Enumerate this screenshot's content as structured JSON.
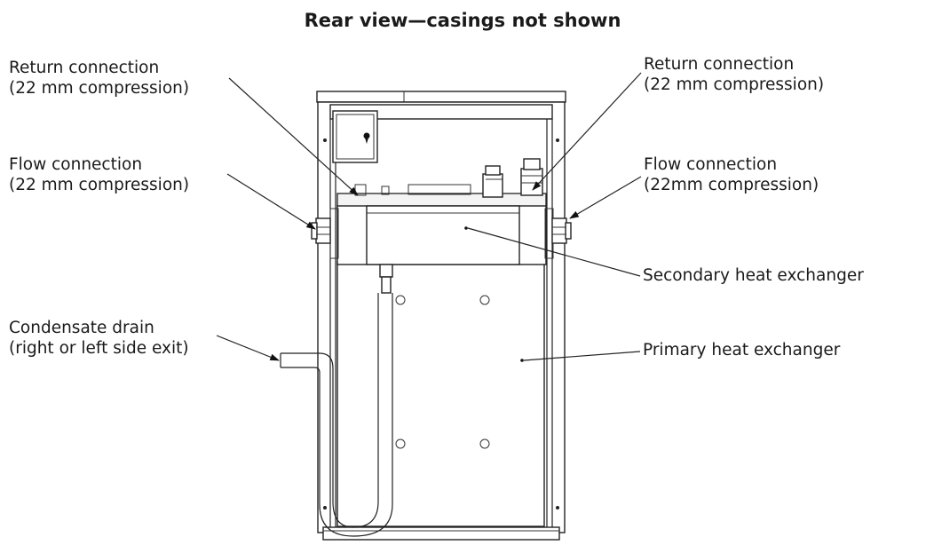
{
  "title": "Rear view—casings not shown",
  "labels": {
    "return_left_1": "Return connection",
    "return_left_2": "(22 mm compression)",
    "return_right_1": "Return connection",
    "return_right_2": "(22 mm compression)",
    "flow_left_1": "Flow connection",
    "flow_left_2": "(22 mm compression)",
    "flow_right_1": "Flow connection",
    "flow_right_2": "(22mm compression)",
    "secondary": "Secondary heat exchanger",
    "condensate_1": "Condensate drain",
    "condensate_2": "(right or left side exit)",
    "primary": "Primary heat exchanger"
  }
}
